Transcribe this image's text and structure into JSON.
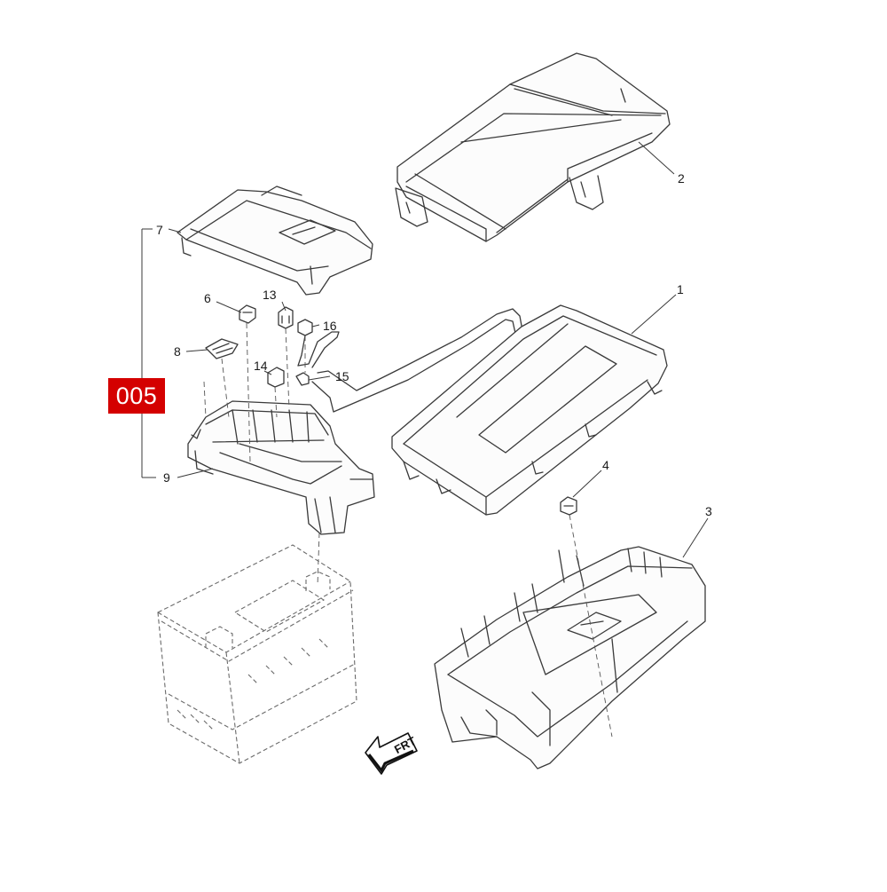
{
  "diagram": {
    "reference_badge": "005",
    "direction_marker": "FRT",
    "callouts": [
      "1",
      "2",
      "3",
      "4",
      "6",
      "7",
      "8",
      "9",
      "13",
      "14",
      "15",
      "16"
    ],
    "badge_color": "#d40000",
    "line_color": "#3a3a3a"
  }
}
